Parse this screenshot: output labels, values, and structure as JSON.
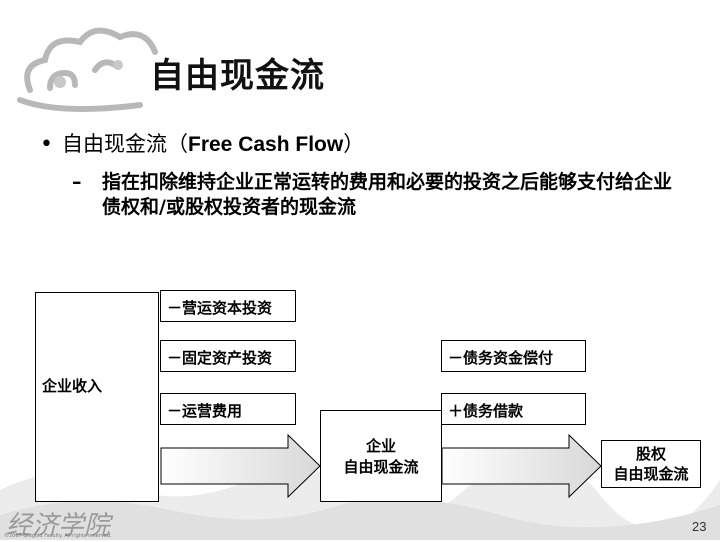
{
  "slide": {
    "title": "自由现金流",
    "bullet_zh": "自由现金流（",
    "bullet_en": "Free Cash Flow",
    "bullet_close": "）",
    "sub_dash": "–",
    "sub_text": "指在扣除维持企业正常运转的费用和必要的投资之后能够支付给企业债权和/或股权投资者的现金流",
    "page_number": "23",
    "logo": "经济学院",
    "copyright": "©2007 Qiugold Faculty. All rights reserved."
  },
  "diagram": {
    "left_box_label": "企业收入",
    "deductions": [
      "－营运资本投资",
      "－固定资产投资",
      "－运营费用"
    ],
    "arrow1_label_lines": [
      "企业",
      "自由现金流"
    ],
    "debt_items": [
      "－债务资金偿付",
      "＋债务借款"
    ],
    "arrow2_label_lines": [
      "股权",
      "自由现金流"
    ]
  },
  "colors": {
    "cloud": "#b8b8b8",
    "mountain": "#d9d9d9"
  }
}
